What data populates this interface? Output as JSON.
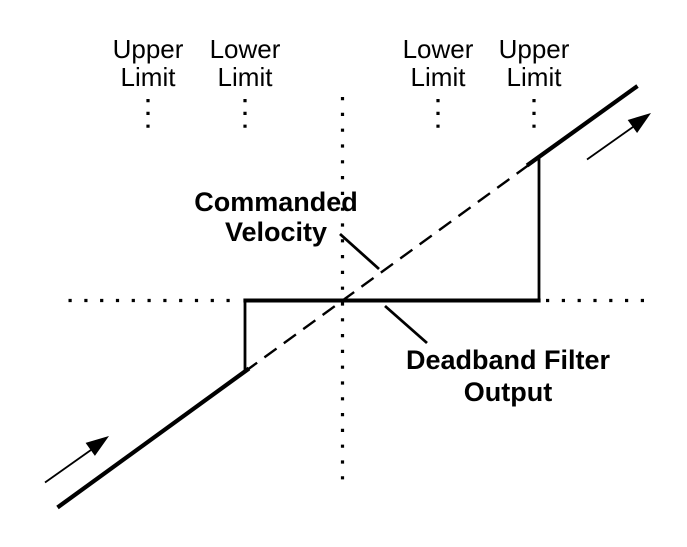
{
  "page": {
    "background_color": "#ffffff",
    "ink_color": "#000000",
    "description": "Deadband filter transfer-characteristic diagram"
  },
  "limits": [
    {
      "side": "left-outer",
      "line1": "Upper",
      "line2": "Limit"
    },
    {
      "side": "left-inner",
      "line1": "Lower",
      "line2": "Limit"
    },
    {
      "side": "right-inner",
      "line1": "Lower",
      "line2": "Limit"
    },
    {
      "side": "right-outer",
      "line1": "Upper",
      "line2": "Limit"
    }
  ],
  "callouts": {
    "commanded_velocity": {
      "line1": "Commanded",
      "line2": "Velocity"
    },
    "deadband_output": {
      "line1": "Deadband Filter",
      "line2": "Output"
    }
  }
}
